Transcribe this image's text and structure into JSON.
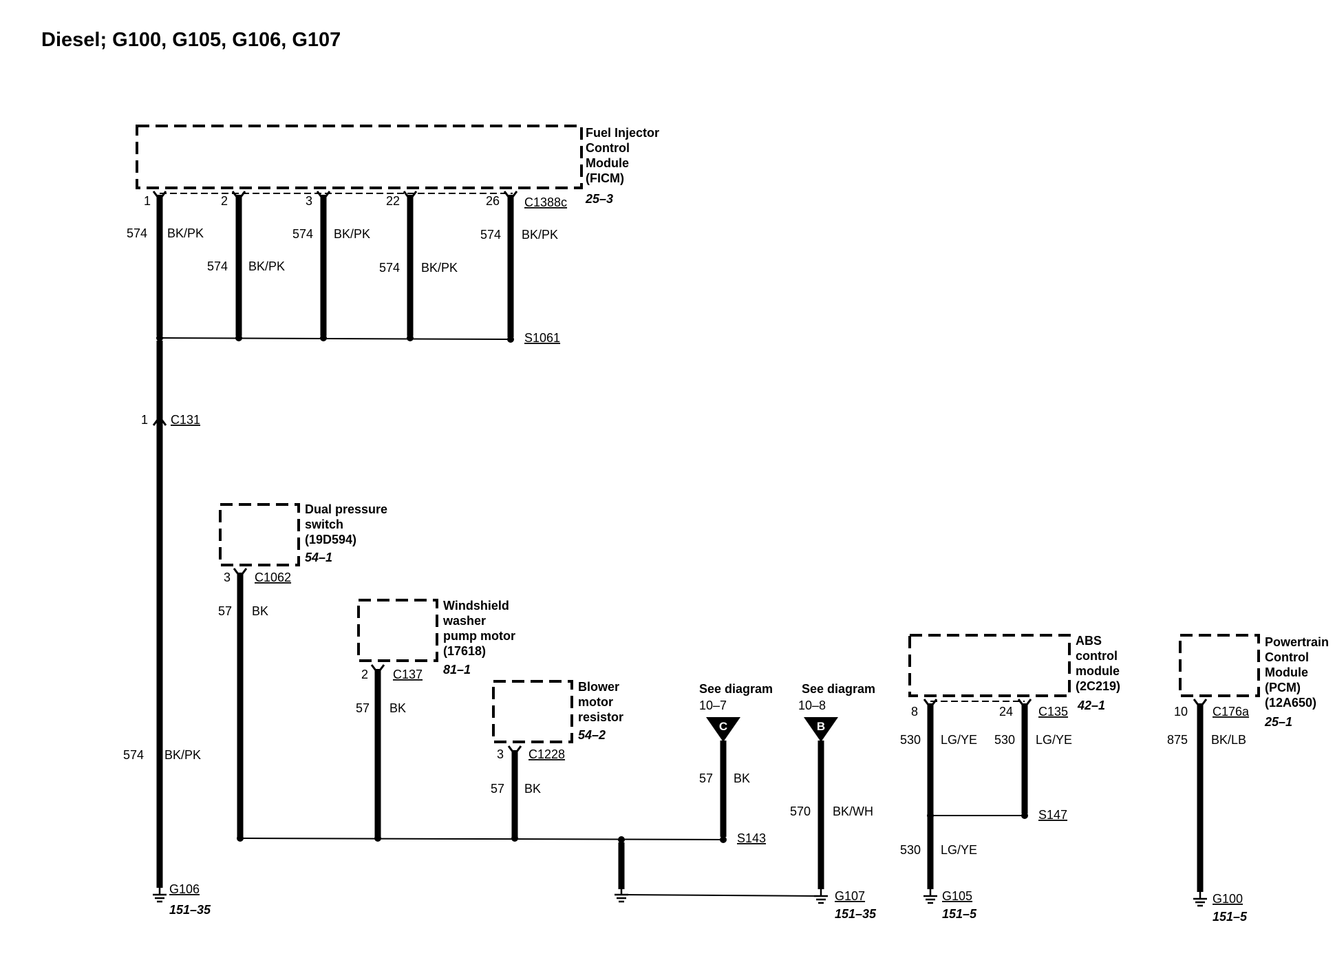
{
  "title": "Diesel; G100, G105, G106, G107",
  "components": {
    "ficm": {
      "lines": [
        "Fuel Injector",
        "Control",
        "Module",
        "(FICM)"
      ],
      "ref": "25–3"
    },
    "dual_pressure_switch": {
      "lines": [
        "Dual pressure",
        "switch",
        "(19D594)"
      ],
      "ref": "54–1"
    },
    "washer_pump": {
      "lines": [
        "Windshield",
        "washer",
        "pump motor",
        "(17618)"
      ],
      "ref": "81–1"
    },
    "blower_resistor": {
      "lines": [
        "Blower",
        "motor",
        "resistor"
      ],
      "ref": "54–2"
    },
    "abs_module": {
      "lines": [
        "ABS",
        "control",
        "module",
        "(2C219)"
      ],
      "ref": "42–1"
    },
    "pcm": {
      "lines": [
        "Powertrain",
        "Control",
        "Module",
        "(PCM)",
        "(12A650)"
      ],
      "ref": "25–1"
    }
  },
  "connectors": {
    "c1388c": "C1388c",
    "c131": "C131",
    "c1062": "C1062",
    "c137": "C137",
    "c1228": "C1228",
    "c135": "C135",
    "c176a": "C176a"
  },
  "splices": {
    "s1061": "S1061",
    "s143": "S143",
    "s147": "S147"
  },
  "grounds": {
    "g106": {
      "name": "G106",
      "ref": "151–35"
    },
    "g107": {
      "name": "G107",
      "ref": "151–35"
    },
    "g105": {
      "name": "G105",
      "ref": "151–5"
    },
    "g100": {
      "name": "G100",
      "ref": "151–5"
    }
  },
  "pins": {
    "ficm_1": "1",
    "ficm_2": "2",
    "ficm_3": "3",
    "ficm_22": "22",
    "ficm_26": "26",
    "c131_1": "1",
    "c1062_3": "3",
    "c137_2": "2",
    "c1228_3": "3",
    "c135_8": "8",
    "c135_24": "24",
    "c176a_10": "10"
  },
  "wires": {
    "w574_1": {
      "circuit": "574",
      "color": "BK/PK"
    },
    "w574_2": {
      "circuit": "574",
      "color": "BK/PK"
    },
    "w574_3": {
      "circuit": "574",
      "color": "BK/PK"
    },
    "w574_22": {
      "circuit": "574",
      "color": "BK/PK"
    },
    "w574_26": {
      "circuit": "574",
      "color": "BK/PK"
    },
    "w574_main": {
      "circuit": "574",
      "color": "BK/PK"
    },
    "w57_dps": {
      "circuit": "57",
      "color": "BK"
    },
    "w57_washer": {
      "circuit": "57",
      "color": "BK"
    },
    "w57_blower": {
      "circuit": "57",
      "color": "BK"
    },
    "w57_c": {
      "circuit": "57",
      "color": "BK"
    },
    "w570_b": {
      "circuit": "570",
      "color": "BK/WH"
    },
    "w530_8": {
      "circuit": "530",
      "color": "LG/YE"
    },
    "w530_24": {
      "circuit": "530",
      "color": "LG/YE"
    },
    "w530_g105": {
      "circuit": "530",
      "color": "LG/YE"
    },
    "w875_pcm": {
      "circuit": "875",
      "color": "BK/LB"
    }
  },
  "see_diagrams": {
    "c": {
      "text": "See diagram",
      "page": "10–7",
      "letter": "C"
    },
    "b": {
      "text": "See diagram",
      "page": "10–8",
      "letter": "B"
    }
  }
}
